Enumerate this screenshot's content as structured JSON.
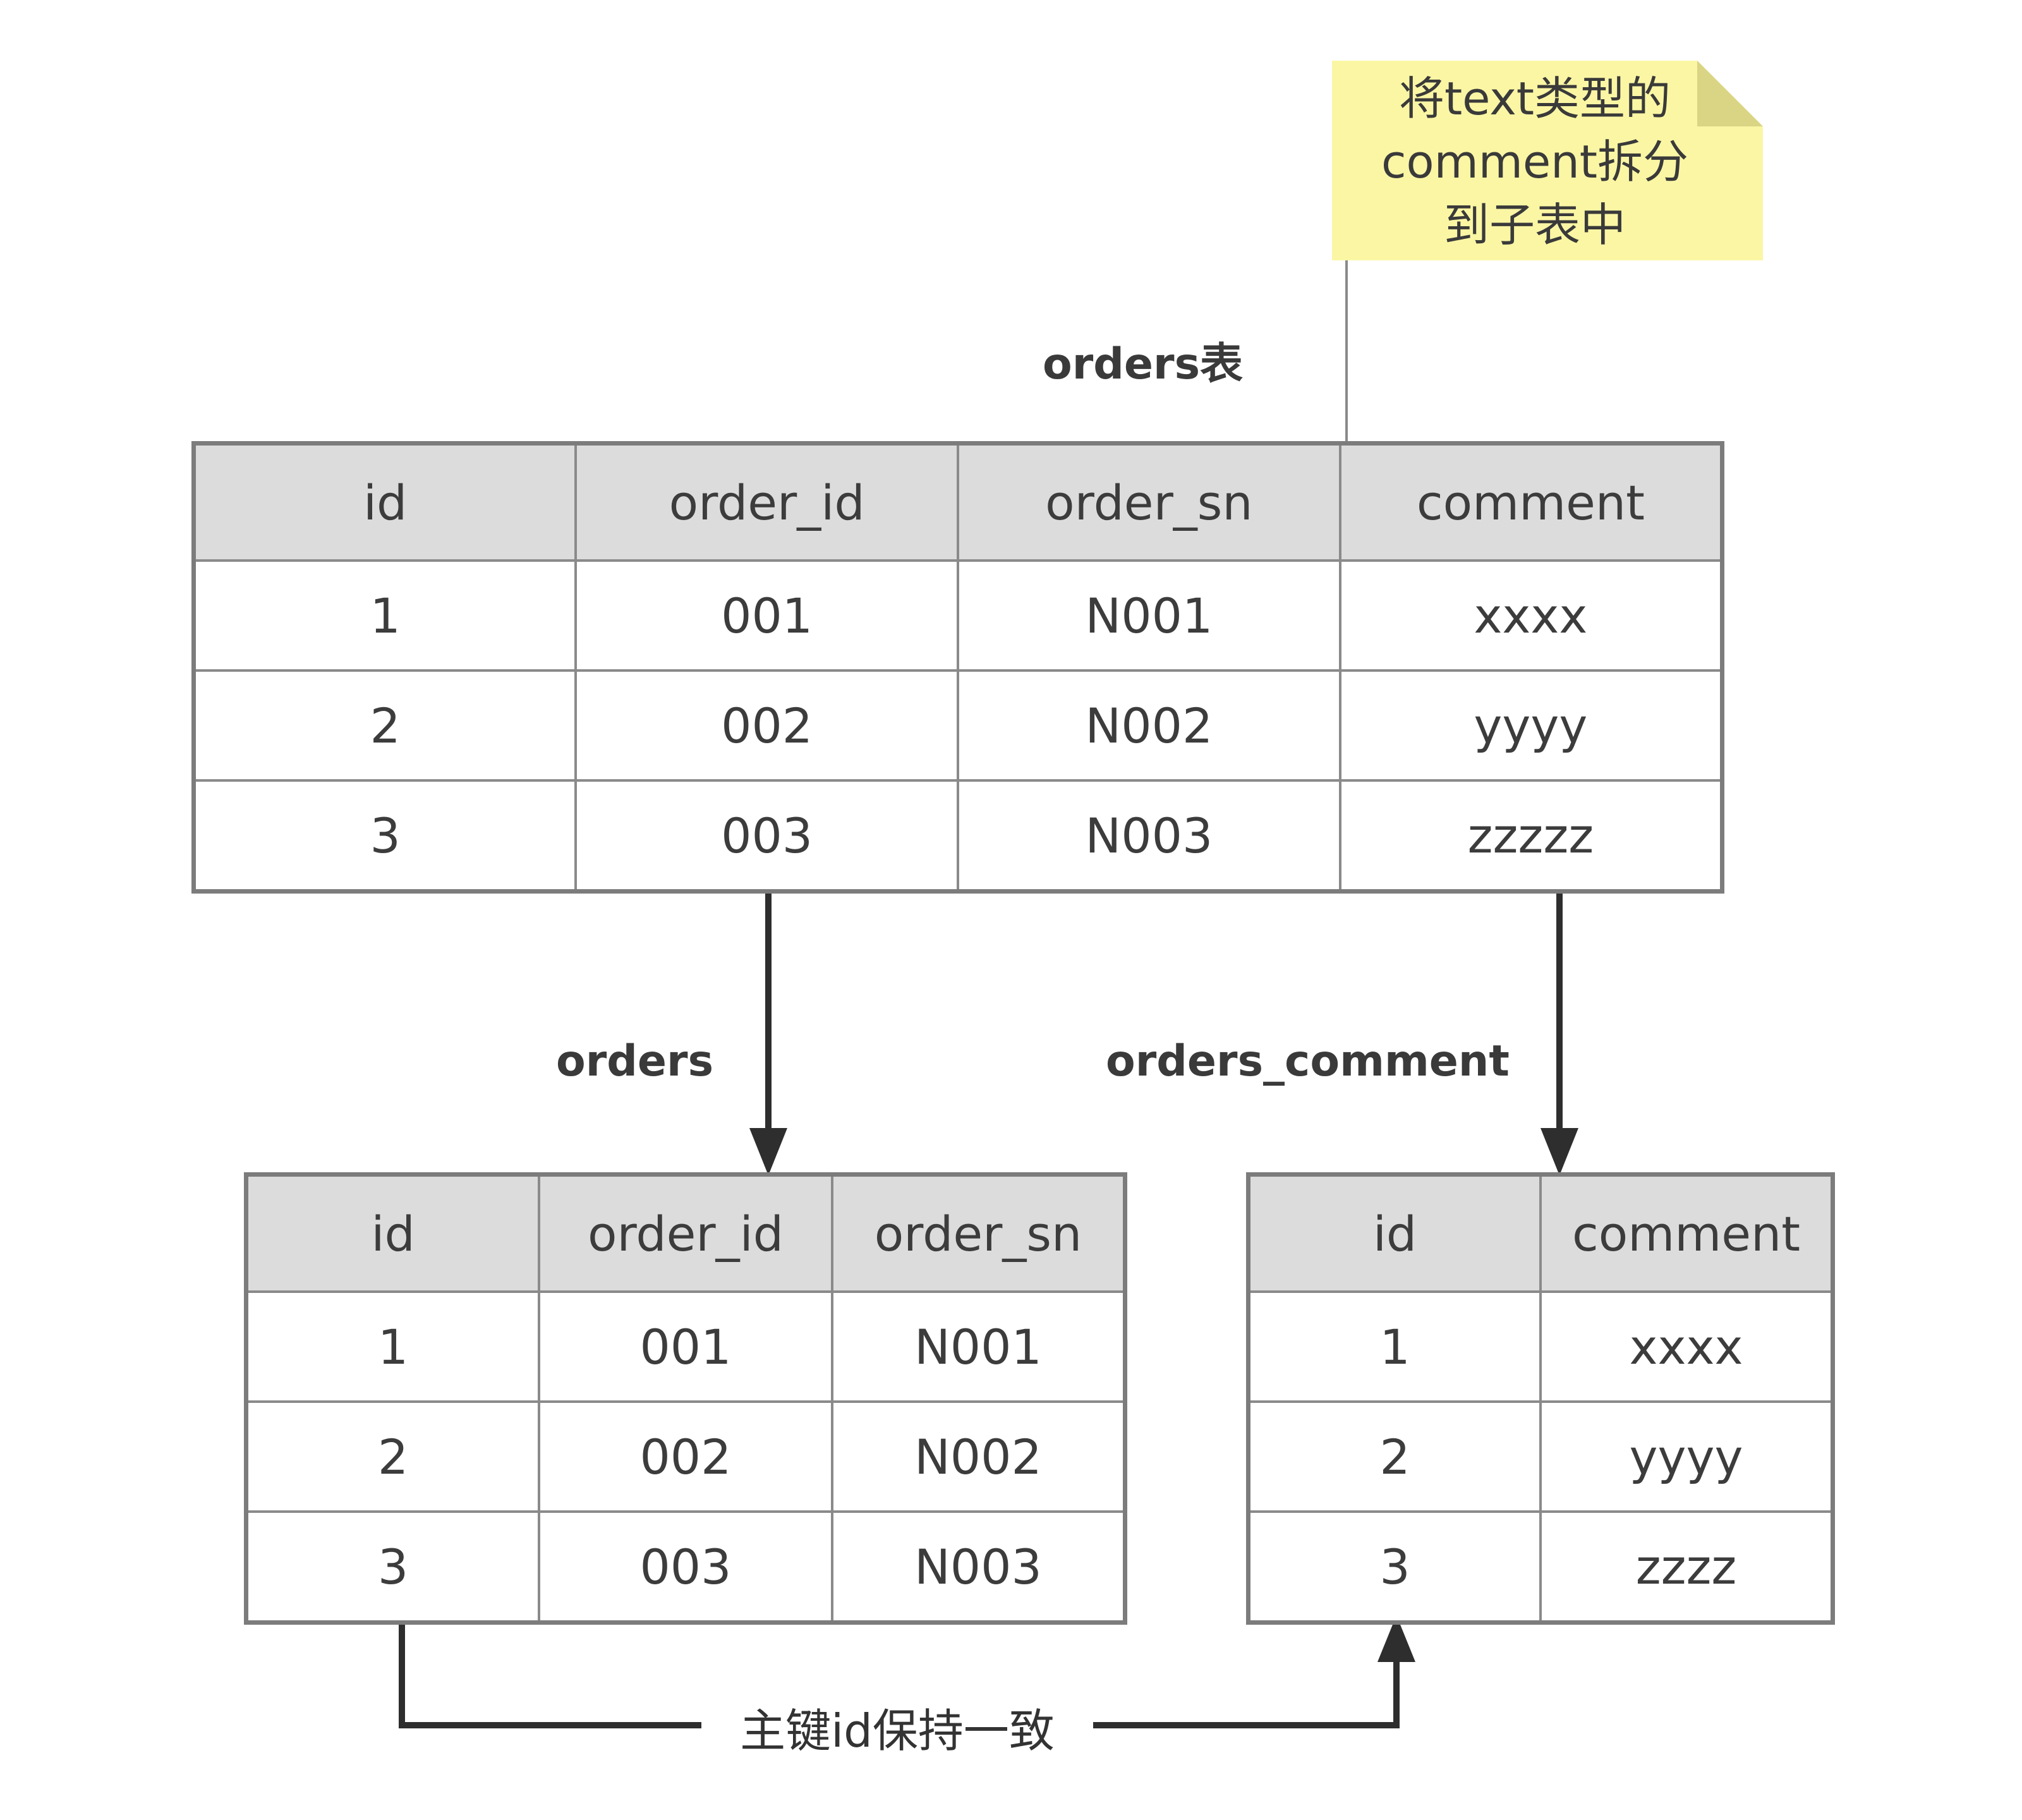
{
  "note": {
    "line1": "将text类型的",
    "line2": "comment拆分",
    "line3": "到子表中"
  },
  "labels": {
    "orders_table": "orders表",
    "orders": "orders",
    "orders_comment": "orders_comment"
  },
  "orders_full": {
    "headers": [
      "id",
      "order_id",
      "order_sn",
      "comment"
    ],
    "rows": [
      [
        "1",
        "001",
        "N001",
        "xxxx"
      ],
      [
        "2",
        "002",
        "N002",
        "yyyy"
      ],
      [
        "3",
        "003",
        "N003",
        "zzzzz"
      ]
    ]
  },
  "orders": {
    "headers": [
      "id",
      "order_id",
      "order_sn"
    ],
    "rows": [
      [
        "1",
        "001",
        "N001"
      ],
      [
        "2",
        "002",
        "N002"
      ],
      [
        "3",
        "003",
        "N003"
      ]
    ]
  },
  "orders_comment": {
    "headers": [
      "id",
      "comment"
    ],
    "rows": [
      [
        "1",
        "xxxx"
      ],
      [
        "2",
        "yyyy"
      ],
      [
        "3",
        "zzzz"
      ]
    ]
  },
  "link_label": "主键id保持一致",
  "colors": {
    "note_fill": "#fbf6a4",
    "header_fill": "#dcdcdc",
    "border": "#7c7c7c",
    "arrow": "#2e2e2e"
  }
}
